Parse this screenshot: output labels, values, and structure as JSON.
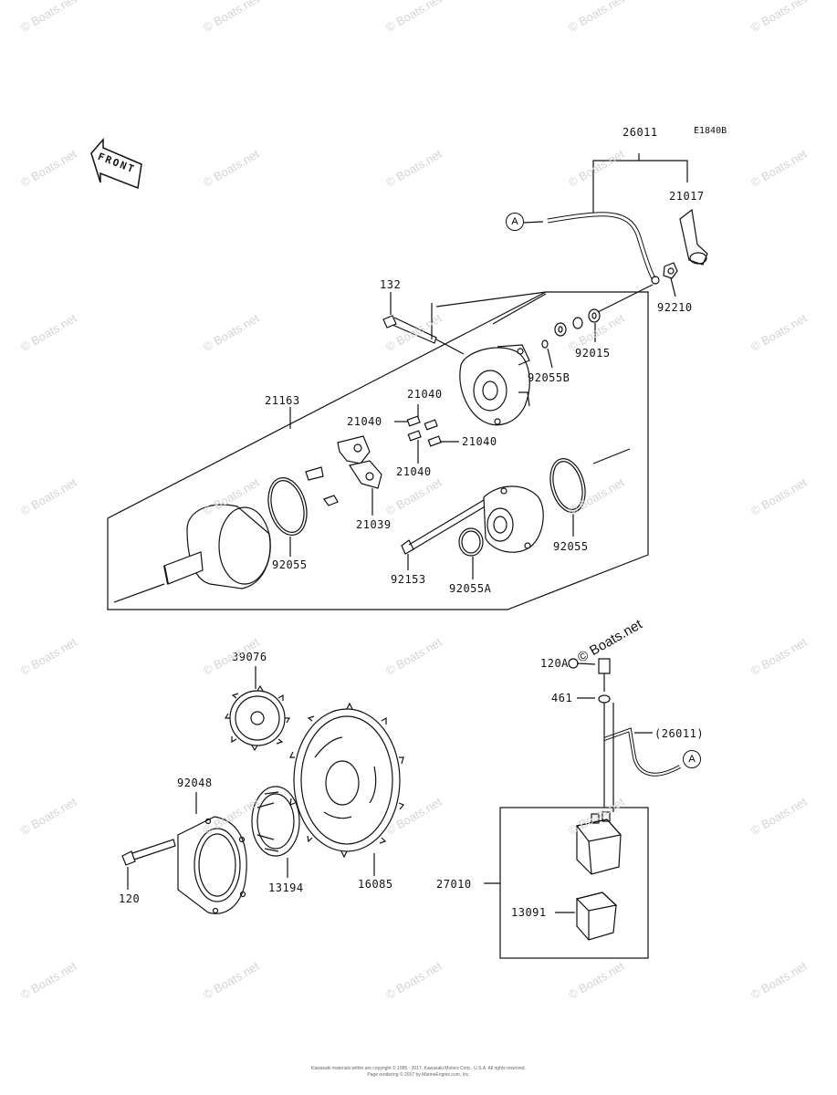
{
  "diagram": {
    "code": "E1840B",
    "front_label": "FRONT",
    "watermark": "© Boats.net",
    "callout_marker": "A",
    "footer_line1": "Kawasaki materials within are copyright © 1995 - 2017, Kawasaki Motors Corp., U.S.A. All rights reserved.",
    "footer_line2": "Page rendering © 2017 by MarineEngine.com, Inc.",
    "part_labels": {
      "p26011": "26011",
      "p21017": "21017",
      "p92210": "92210",
      "p132": "132",
      "p92015": "92015",
      "p92055B": "92055B",
      "p21163": "21163",
      "p21040a": "21040",
      "p21040b": "21040",
      "p21040c": "21040",
      "p21040d": "21040",
      "p21039": "21039",
      "p92055a": "92055",
      "p92055b": "92055",
      "p92153": "92153",
      "p92055A": "92055A",
      "p39076": "39076",
      "p92048": "92048",
      "p120": "120",
      "p13194": "13194",
      "p16085": "16085",
      "p120A": "120A",
      "p461": "461",
      "p26011b": "(26011)",
      "p27010": "27010",
      "p13091": "13091"
    }
  }
}
